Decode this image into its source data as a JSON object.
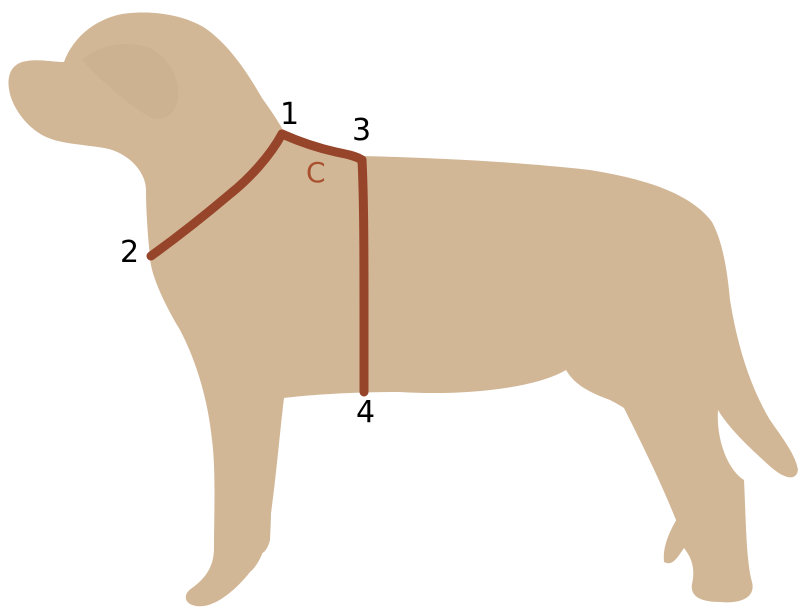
{
  "colors": {
    "background": "#ffffff",
    "dog_silhouette": "#d2b797",
    "measure_line": "#96442a",
    "label_text": "#000000",
    "segment_label": "#a8502e"
  },
  "diagram": {
    "points": [
      {
        "label": "1"
      },
      {
        "label": "2"
      },
      {
        "label": "3"
      },
      {
        "label": "4"
      }
    ],
    "segment_label": "C"
  }
}
